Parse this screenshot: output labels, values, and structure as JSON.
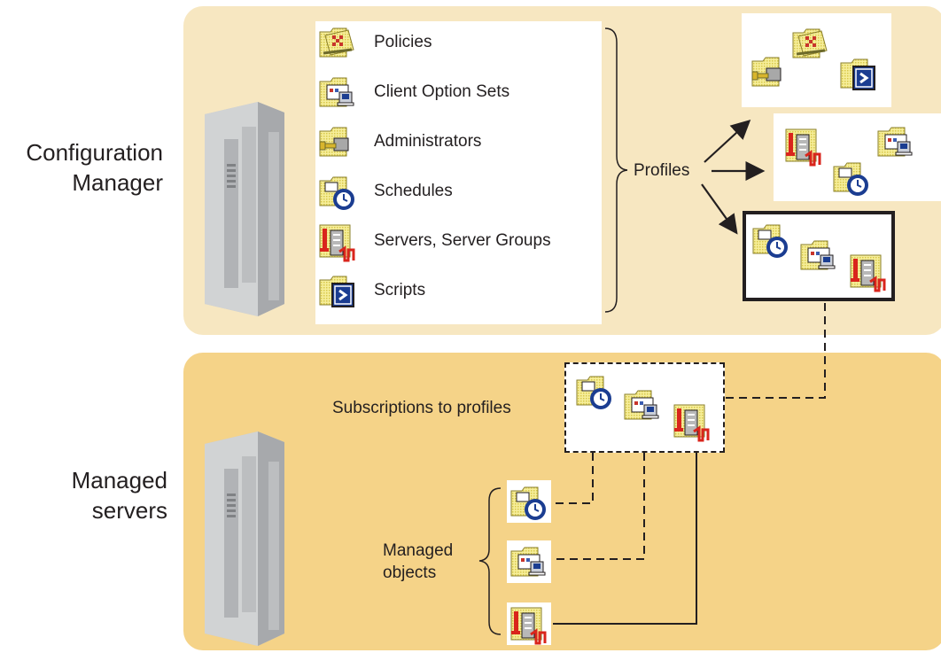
{
  "labels": {
    "configuration_manager": "Configuration\nManager",
    "managed_servers": "Managed\nservers",
    "profiles": "Profiles",
    "subscriptions": "Subscriptions to profiles",
    "managed_objects": "Managed\nobjects"
  },
  "list_items": [
    {
      "label": "Policies",
      "icon": "policies-icon"
    },
    {
      "label": "Client Option Sets",
      "icon": "client-option-sets-icon"
    },
    {
      "label": "Administrators",
      "icon": "administrators-icon"
    },
    {
      "label": "Schedules",
      "icon": "schedules-icon"
    },
    {
      "label": "Servers, Server Groups",
      "icon": "servers-icon"
    },
    {
      "label": "Scripts",
      "icon": "scripts-icon"
    }
  ],
  "colors": {
    "config_panel": "#f7e7c1",
    "managed_panel": "#f5d388",
    "folder": "#f2e985",
    "server_red": "#d9251c",
    "schedule_blue": "#1b3d91",
    "line": "#231f20"
  }
}
